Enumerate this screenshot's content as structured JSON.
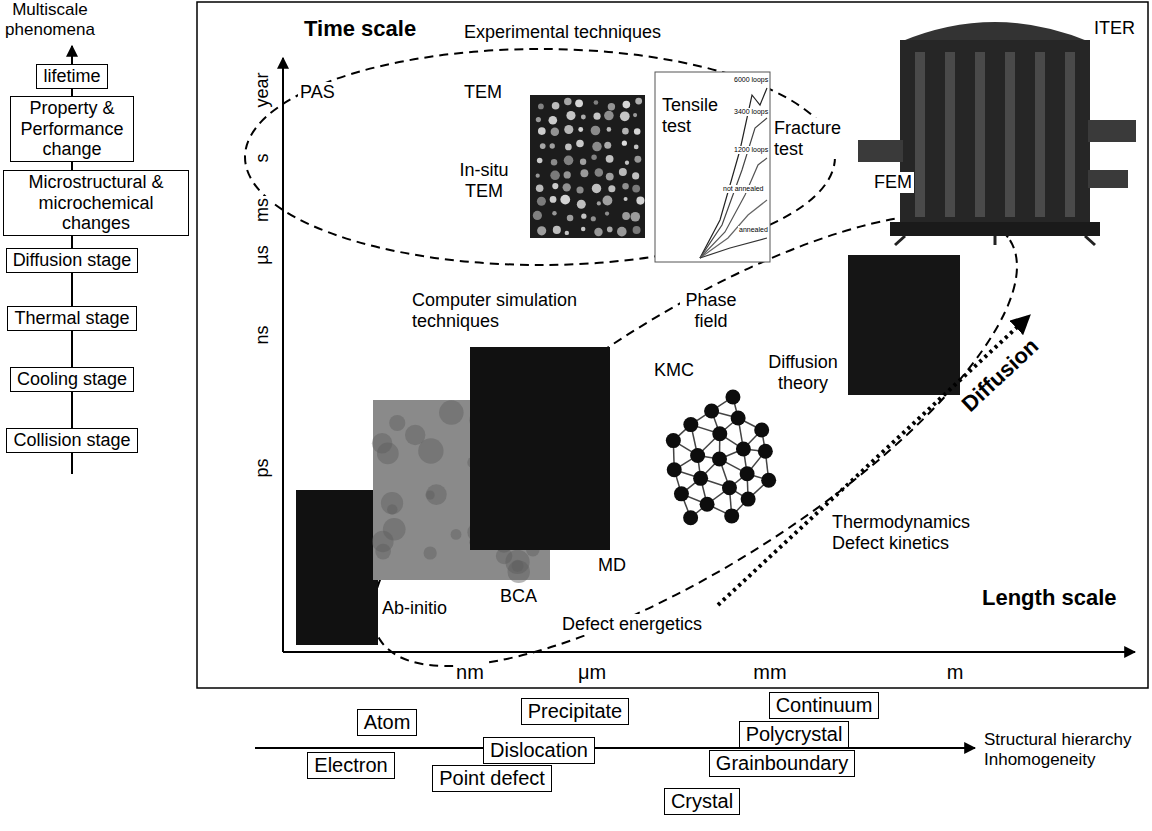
{
  "diagram": {
    "nodes": [
      {
        "text": [
          "lifetime"
        ]
      },
      {
        "text": [
          "Property & Performance change"
        ]
      },
      {
        "text": [
          "Microstructural & microchemical changes"
        ]
      },
      {
        "text": [
          "Diffusion stage"
        ]
      },
      {
        "text": [
          "Thermal stage"
        ]
      },
      {
        "text": [
          "Cooling stage"
        ]
      },
      {
        "text": [
          "Collision stage"
        ]
      },
      {
        "text": [
          "Continuum"
        ]
      },
      {
        "text": [
          "Precipitate"
        ]
      },
      {
        "text": [
          "Atom"
        ]
      },
      {
        "text": [
          "Polycrystal"
        ]
      },
      {
        "text": [
          "Dislocation"
        ]
      },
      {
        "text": [
          "Grainboundary"
        ]
      },
      {
        "text": [
          "Electron"
        ]
      },
      {
        "text": [
          "Point defect"
        ]
      },
      {
        "text": [
          "Crystal"
        ]
      }
    ],
    "edges": [
      {
        "from": 6,
        "to": 5,
        "arrow": "none"
      },
      {
        "from": 5,
        "to": 4,
        "arrow": "none"
      },
      {
        "from": 4,
        "to": 3,
        "arrow": "none"
      },
      {
        "from": 3,
        "to": 2,
        "arrow": "none"
      },
      {
        "from": 2,
        "to": 1,
        "arrow": "none"
      },
      {
        "from": 1,
        "to": 0,
        "arrow": "none"
      }
    ],
    "labels": [
      "Multiscale phenomena",
      "Time scale",
      "Experimental techniques",
      "year",
      "s",
      "ms",
      "µs",
      "ns",
      "ps",
      "PAS",
      "TEM",
      "In-situ TEM",
      "Tensile test",
      "6000 loops",
      "3400 loops",
      "1200 loops",
      "not annealed",
      "annealed",
      "ITER",
      "Fracture test",
      "FEM",
      "Computer simulation techniques",
      "Phase field",
      "KMC",
      "Diffusion theory",
      "Diffusion",
      "Thermodynamics Defect kinetics",
      "MD",
      "BCA",
      "Ab-initio",
      "Defect energetics",
      "Length scale",
      "nm",
      "μm",
      "mm",
      "m",
      "Structural hierarchy Inhomogeneity"
    ]
  }
}
